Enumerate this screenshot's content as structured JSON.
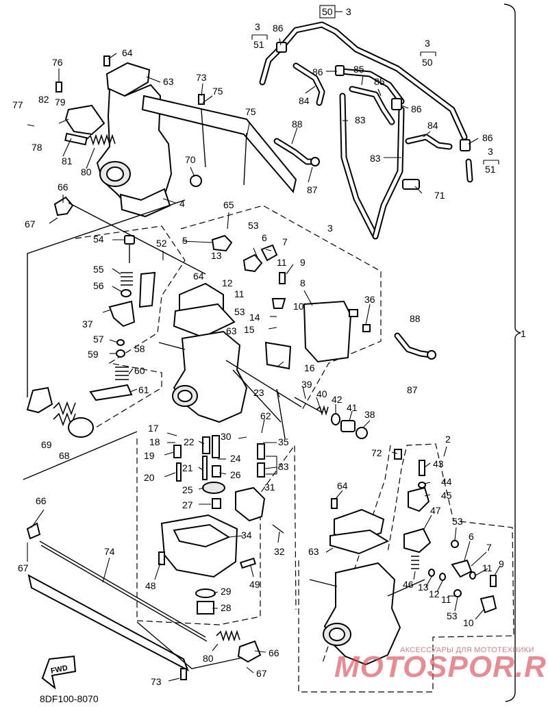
{
  "diagram": {
    "code": "8DF100-8070",
    "fwd_label": "FWD",
    "watermark": {
      "subtitle": "АКСЕССУАРЫ ДЛЯ МОТОТЕХНИКИ",
      "brand": "MOTOSPOR.RU"
    },
    "callouts": {
      "c3a": "3",
      "c51a": "51",
      "c86a": "86",
      "c50top": "50",
      "c3top": "3",
      "c64a": "64",
      "c76": "76",
      "c63a": "63",
      "c73a": "73",
      "c75a": "75",
      "c77": "77",
      "c82": "82",
      "c79": "79",
      "c78": "78",
      "c81": "81",
      "c80a": "80",
      "c75b": "75",
      "c86b": "86",
      "c85a": "85",
      "c85b": "85",
      "c84a": "84",
      "c83a": "83",
      "c86c": "86",
      "c3b": "3",
      "c50b": "50",
      "c88a": "88",
      "c87a": "87",
      "c84b": "84",
      "c86d": "86",
      "c3c": "3",
      "c51c": "51",
      "c83b": "83",
      "c70": "70",
      "c71": "71",
      "c66a": "66",
      "c4": "4",
      "c65": "65",
      "c67a": "67",
      "c3d": "3",
      "c53a": "53",
      "c54": "54",
      "c52": "52",
      "c5a": "5",
      "c6a": "6",
      "c7a": "7",
      "c13a": "13",
      "c55": "55",
      "c64b": "64",
      "c12a": "12",
      "c11a": "11",
      "c9a": "9",
      "c11b": "11",
      "c56": "56",
      "c8": "8",
      "c10a": "10",
      "c37": "37",
      "c53b": "53",
      "c14": "14",
      "c36": "36",
      "c63b": "63",
      "c15": "15",
      "c88b": "88",
      "c57": "57",
      "c58": "58",
      "c59": "59",
      "c16": "16",
      "c1": "1",
      "c60": "60",
      "c61": "61",
      "c39": "39",
      "c23": "23",
      "c40": "40",
      "c42": "42",
      "c41": "41",
      "c87b": "87",
      "c38": "38",
      "c62": "62",
      "c17": "17",
      "c30": "30",
      "c18": "18",
      "c22": "22",
      "c35": "35",
      "c2": "2",
      "c69": "69",
      "c19": "19",
      "c24": "24",
      "c72": "72",
      "c43": "43",
      "c68": "68",
      "c21": "21",
      "c33": "33",
      "c44": "44",
      "c20": "20",
      "c26": "26",
      "c45": "45",
      "c31": "31",
      "c66b": "66",
      "c25": "25",
      "c64c": "64",
      "c27": "27",
      "c47": "47",
      "c53c": "53",
      "c34": "34",
      "c6b": "6",
      "c32": "32",
      "c7b": "7",
      "c63c": "63",
      "c74": "74",
      "c67b": "67",
      "c11c": "11",
      "c9b": "9",
      "c48": "48",
      "c49": "49",
      "c46": "46",
      "c13b": "13",
      "c12b": "12",
      "c11d": "11",
      "c29": "29",
      "c53d": "53",
      "c28": "28",
      "c10b": "10",
      "c80b": "80",
      "c66c": "66",
      "c67c": "67",
      "c73b": "73"
    }
  }
}
